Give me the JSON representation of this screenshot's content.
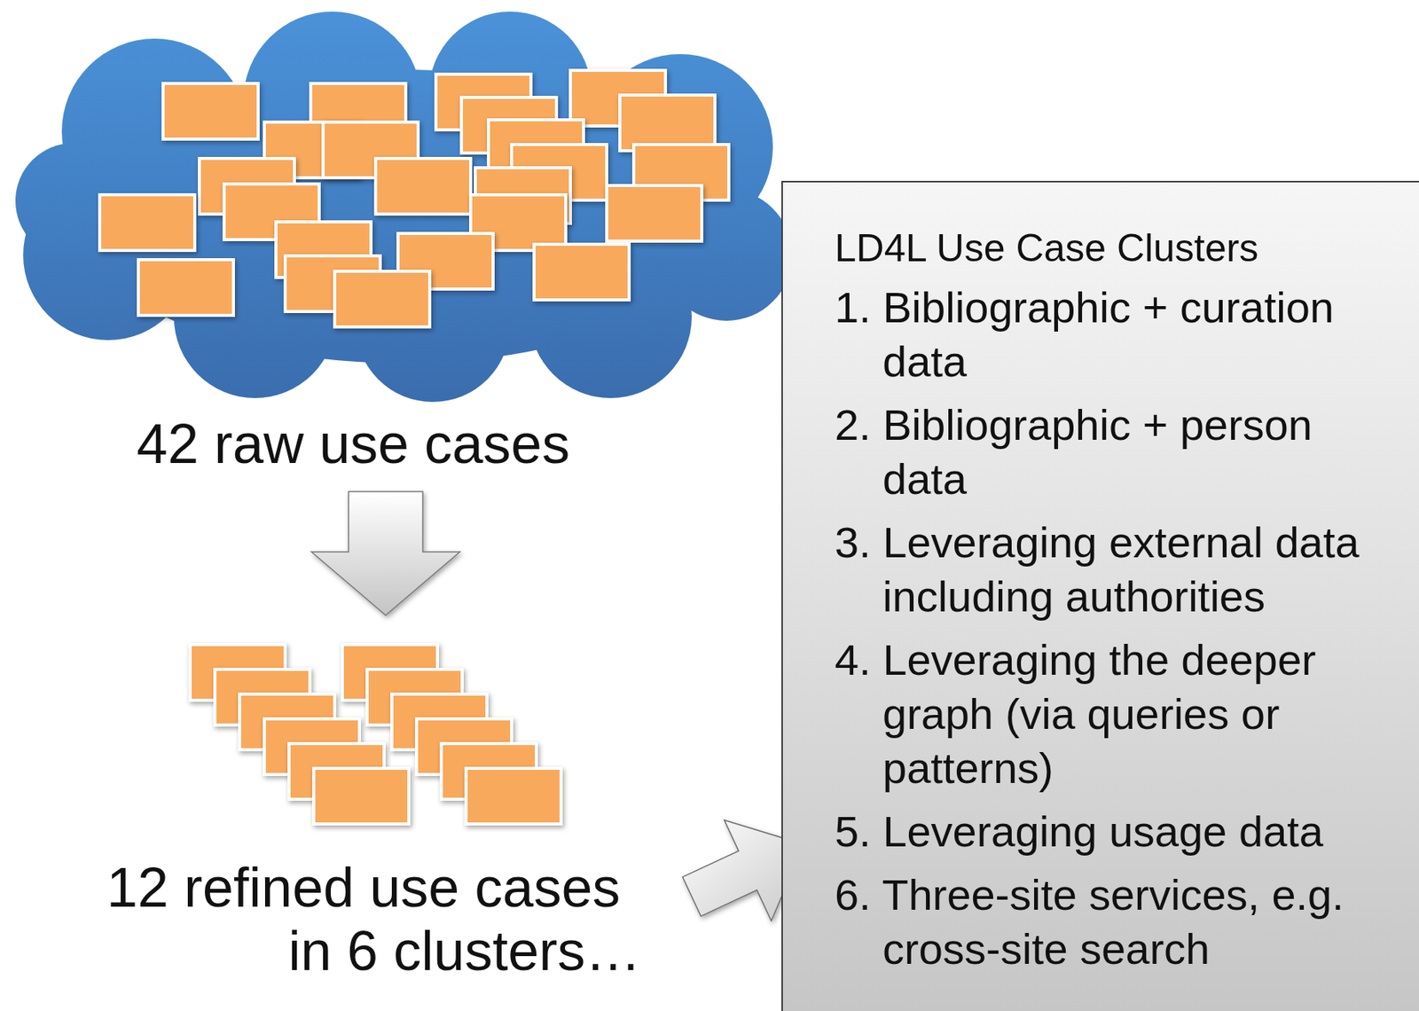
{
  "diagram": {
    "nodes": [
      {
        "text": [
          "LD4L Use Case Clusters",
          "1. Bibliographic + curation data",
          "2. Bibliographic + person data",
          "3. Leveraging external data including authorities",
          "4. Leveraging the deeper graph (via queries or patterns)",
          "5. Leveraging usage data",
          "6. Three-site services, e.g. cross-site search"
        ]
      }
    ],
    "labels": [
      "42 raw use cases",
      "12 refined use cases in 6 clusters…"
    ]
  }
}
